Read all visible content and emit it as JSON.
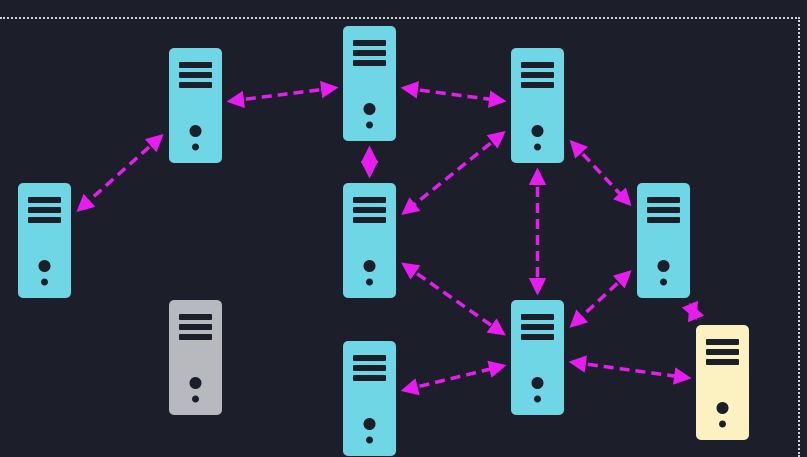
{
  "colors": {
    "background": "#1c1f2a",
    "connection": "#e81cf0",
    "server_active": "#6fd6e6",
    "server_offline": "#b7b9bf",
    "server_highlight": "#fbf1c1",
    "server_detail": "#1b1f2a",
    "frame_border": "#d0d3da"
  },
  "nodes": [
    {
      "id": "s1",
      "state": "active"
    },
    {
      "id": "s2",
      "state": "active"
    },
    {
      "id": "s3",
      "state": "active"
    },
    {
      "id": "s4",
      "state": "active"
    },
    {
      "id": "s5",
      "state": "active"
    },
    {
      "id": "s6",
      "state": "active"
    },
    {
      "id": "s7",
      "state": "offline"
    },
    {
      "id": "s8",
      "state": "active"
    },
    {
      "id": "s9",
      "state": "active"
    },
    {
      "id": "s10",
      "state": "highlight"
    }
  ],
  "edges": [
    [
      "s1",
      "s2"
    ],
    [
      "s2",
      "s3"
    ],
    [
      "s1",
      "s4"
    ],
    [
      "s2",
      "s5"
    ],
    [
      "s3",
      "s5"
    ],
    [
      "s3",
      "s6"
    ],
    [
      "s3",
      "s9"
    ],
    [
      "s5",
      "s9"
    ],
    [
      "s6",
      "s9"
    ],
    [
      "s6",
      "s10"
    ],
    [
      "s8",
      "s9"
    ],
    [
      "s9",
      "s10"
    ]
  ],
  "edge_style": "dashed-bidirectional-arrows"
}
